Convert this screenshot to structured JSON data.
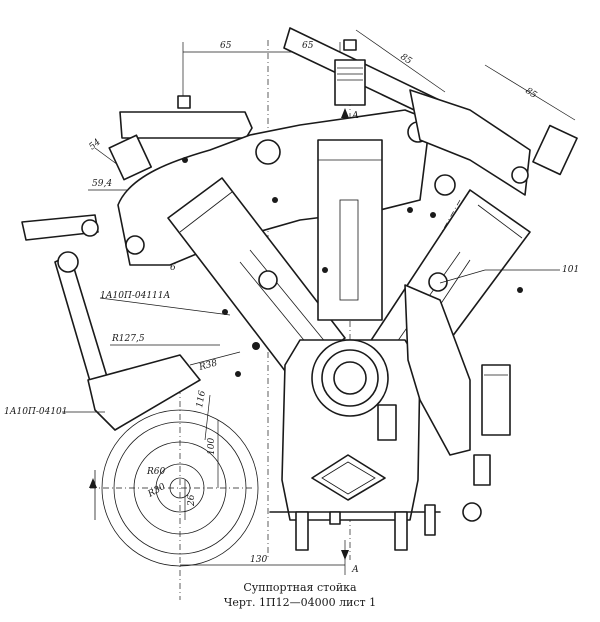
{
  "caption": {
    "title": "Суппортная стойка",
    "subtitle": "Черт. 1П12—04000 лист 1"
  },
  "dimensions": {
    "d65a": "65",
    "d65b": "65",
    "d85a": "85",
    "d85b": "85",
    "d54": "54",
    "d59": "59,4",
    "r127": "R127,5",
    "r38": "R38",
    "d116": "116",
    "d100": "100",
    "r60": "R60",
    "r30": "R30",
    "d26": "26",
    "d130": "130",
    "d6": "6"
  },
  "labels": {
    "part1": "1А10П-04111А",
    "part2": "1А10П-04101",
    "part3": "101",
    "sectionA1": "А",
    "sectionA2": "А"
  }
}
